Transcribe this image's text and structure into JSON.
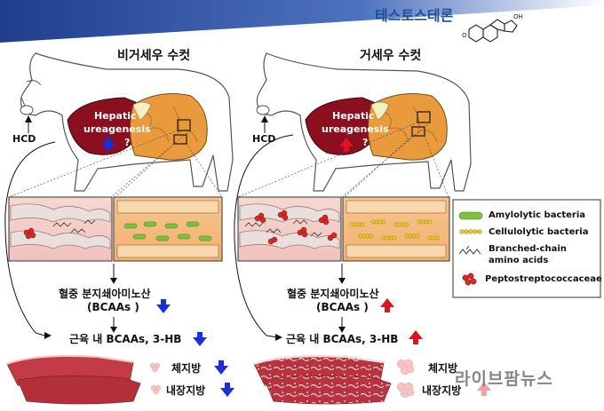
{
  "header": {
    "title": "테스토스테론",
    "gradient_start": "#1f3e8c",
    "gradient_end": "#ffffff"
  },
  "left_panel": {
    "title": "비거세우 수컷",
    "hcd": "HCD",
    "liver_label_1": "Hepatic",
    "liver_label_2": "ureagenesis",
    "question": "?",
    "bcaa_line1": "혈중 분지쇄아미노산",
    "bcaa_line2": "(BCAAs )",
    "muscle": "근육 내 BCAAs, 3-HB",
    "fat1": "체지방",
    "fat2": "내장지방"
  },
  "right_panel": {
    "title": "거세우 수컷",
    "hcd": "HCD",
    "liver_label_1": "Hepatic",
    "liver_label_2": "ureagenesis",
    "question": "?",
    "bcaa_line1": "혈중 분지쇄아미노산",
    "bcaa_line2": "(BCAAs )",
    "muscle": "근육 내 BCAAs, 3-HB",
    "fat1": "체지방",
    "fat2": "내장지방"
  },
  "legend": {
    "items": [
      {
        "label": "Amylolytic bacteria",
        "icon": "green-capsule-icon"
      },
      {
        "label": "Cellulolytic bacteria",
        "icon": "yellow-chain-icon"
      },
      {
        "label": "Branched-chain",
        "icon": "zigzag-icon"
      },
      {
        "label": "amino acids",
        "icon": ""
      },
      {
        "label": "Peptostreptococcaceae",
        "icon": "red-cluster-icon"
      }
    ]
  },
  "watermark": "라이브팜뉴스",
  "colors": {
    "decrease": "#1a2fd6",
    "increase": "#e0141e",
    "meat": "#c23b45",
    "liver": "#8b0f1f",
    "rumen": "#e99a3c",
    "bacteria_green": "#7cc242",
    "bacteria_yellow": "#e8c52a"
  }
}
